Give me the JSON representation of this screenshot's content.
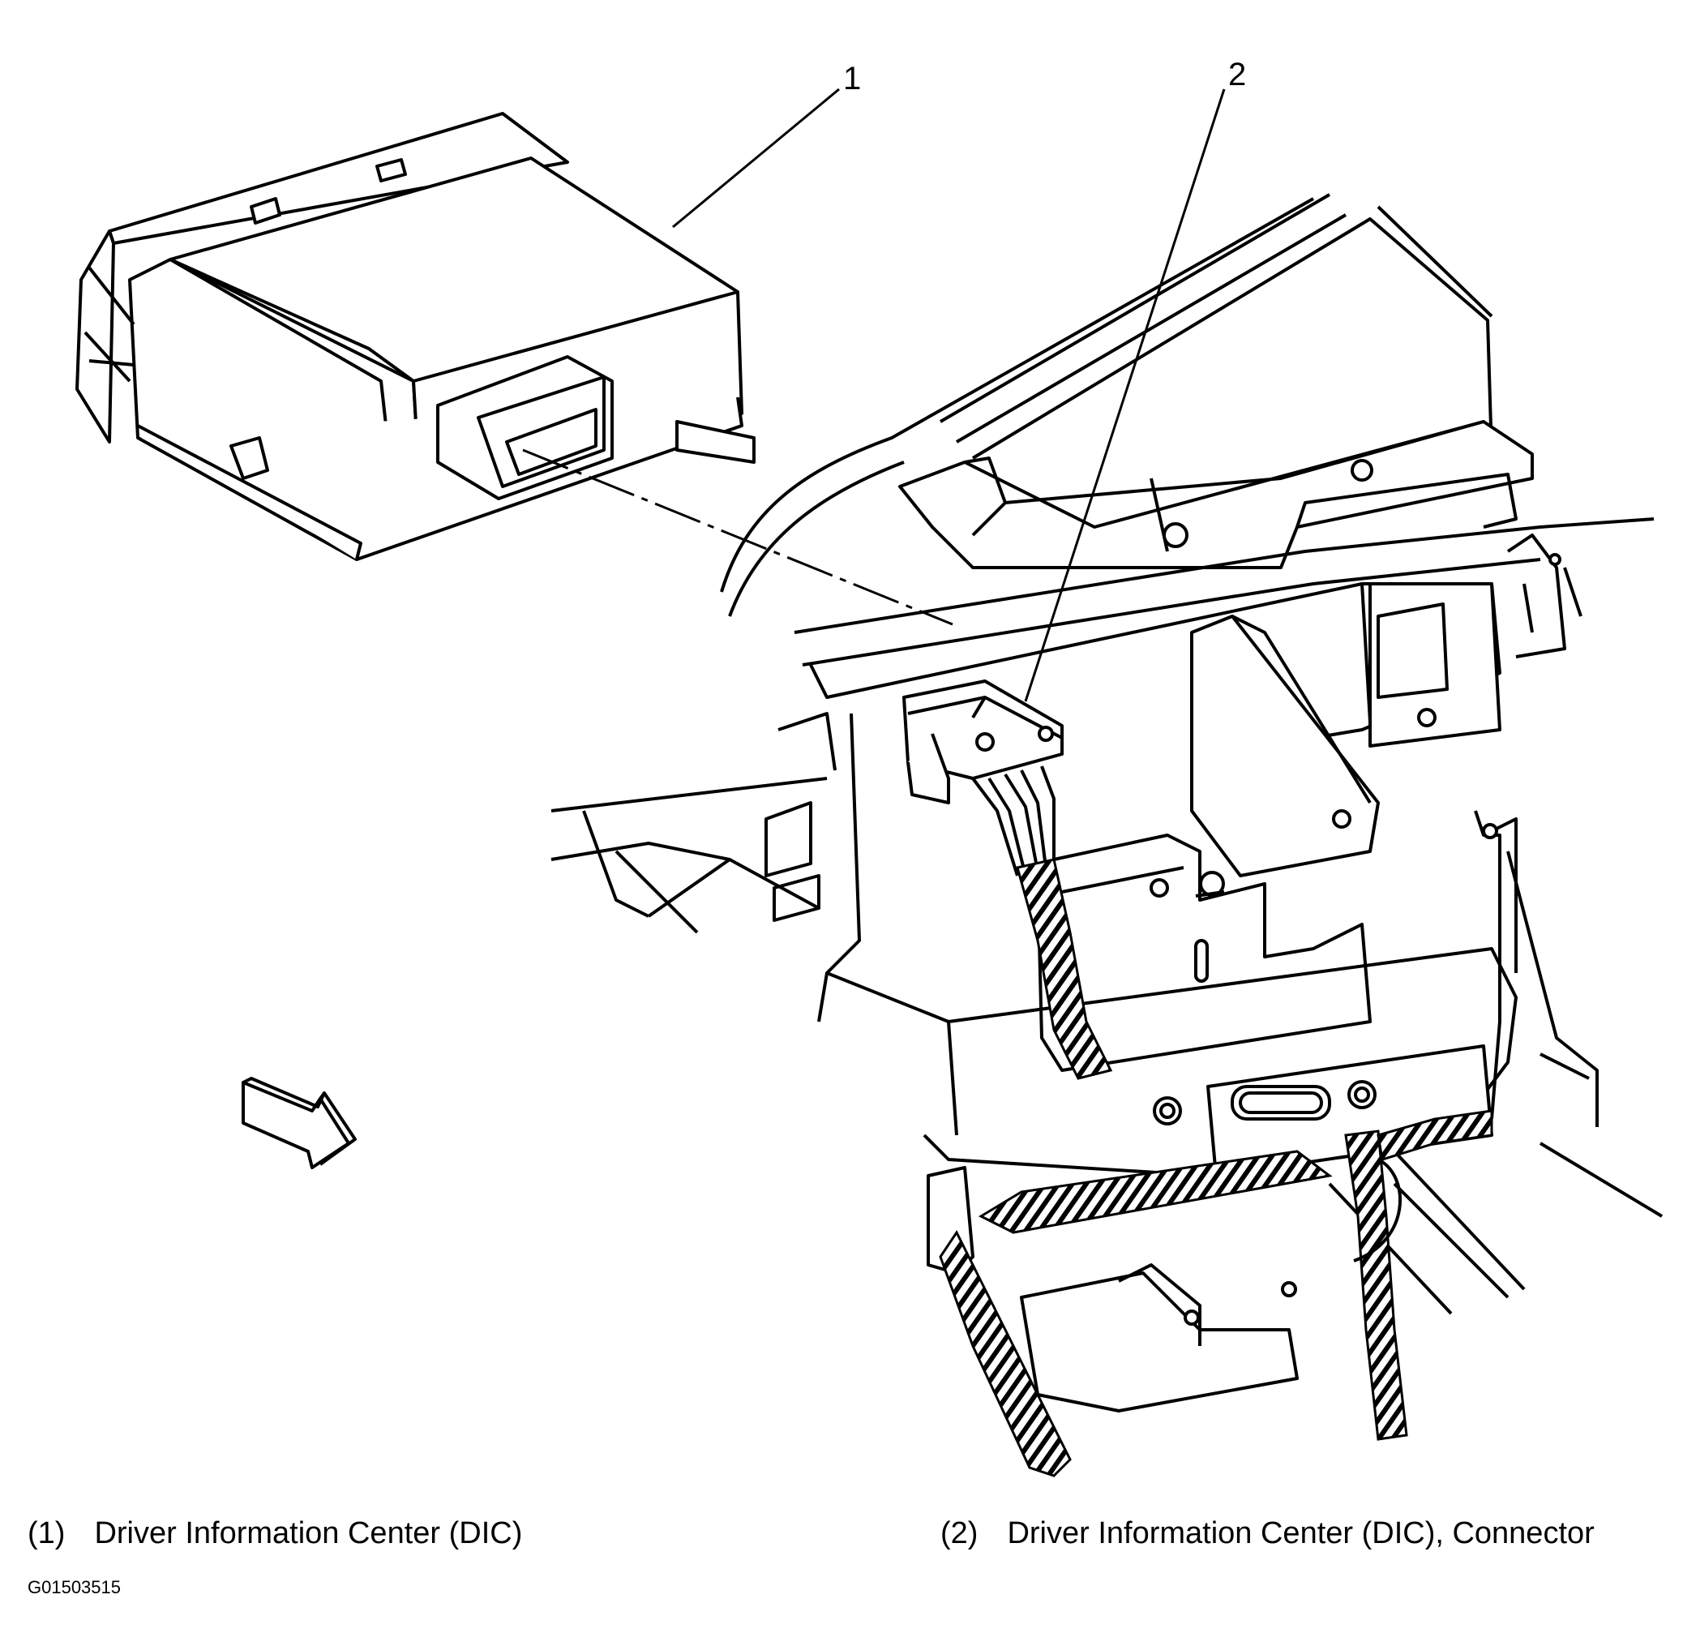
{
  "callouts": [
    {
      "number": "1",
      "target": "driver-information-center-module"
    },
    {
      "number": "2",
      "target": "dic-connector"
    }
  ],
  "legend": [
    {
      "number": "(1)",
      "label": "Driver Information Center (DIC)"
    },
    {
      "number": "(2)",
      "label": "Driver Information Center (DIC), Connector"
    }
  ],
  "figure_id": "G01503515",
  "colors": {
    "line": "#000000",
    "background": "#ffffff"
  },
  "icons": [
    "view-direction-arrow-icon"
  ]
}
